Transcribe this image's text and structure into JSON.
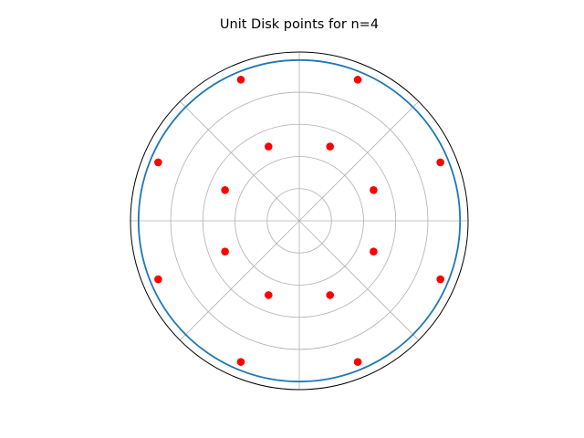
{
  "chart_data": {
    "type": "scatter",
    "projection": "polar",
    "title": "Unit Disk points for n=4",
    "rlim": [
      0,
      1.05
    ],
    "r_gridlines": [
      0.2,
      0.4,
      0.6,
      0.8
    ],
    "theta_gridlines_deg": [
      0,
      45,
      90,
      135,
      180,
      225,
      270,
      315
    ],
    "tick_labels_visible": false,
    "grid": true,
    "boundary_circle": {
      "r": 1.0,
      "color": "#1f77b4"
    },
    "points": {
      "color": "#ff0000",
      "marker": "circle",
      "rings": [
        {
          "r": 0.5,
          "theta_deg": [
            22.5,
            67.5,
            112.5,
            157.5,
            202.5,
            247.5,
            292.5,
            337.5
          ]
        },
        {
          "r": 0.95,
          "theta_deg": [
            22.5,
            67.5,
            112.5,
            157.5,
            202.5,
            247.5,
            292.5,
            337.5
          ]
        }
      ]
    }
  }
}
